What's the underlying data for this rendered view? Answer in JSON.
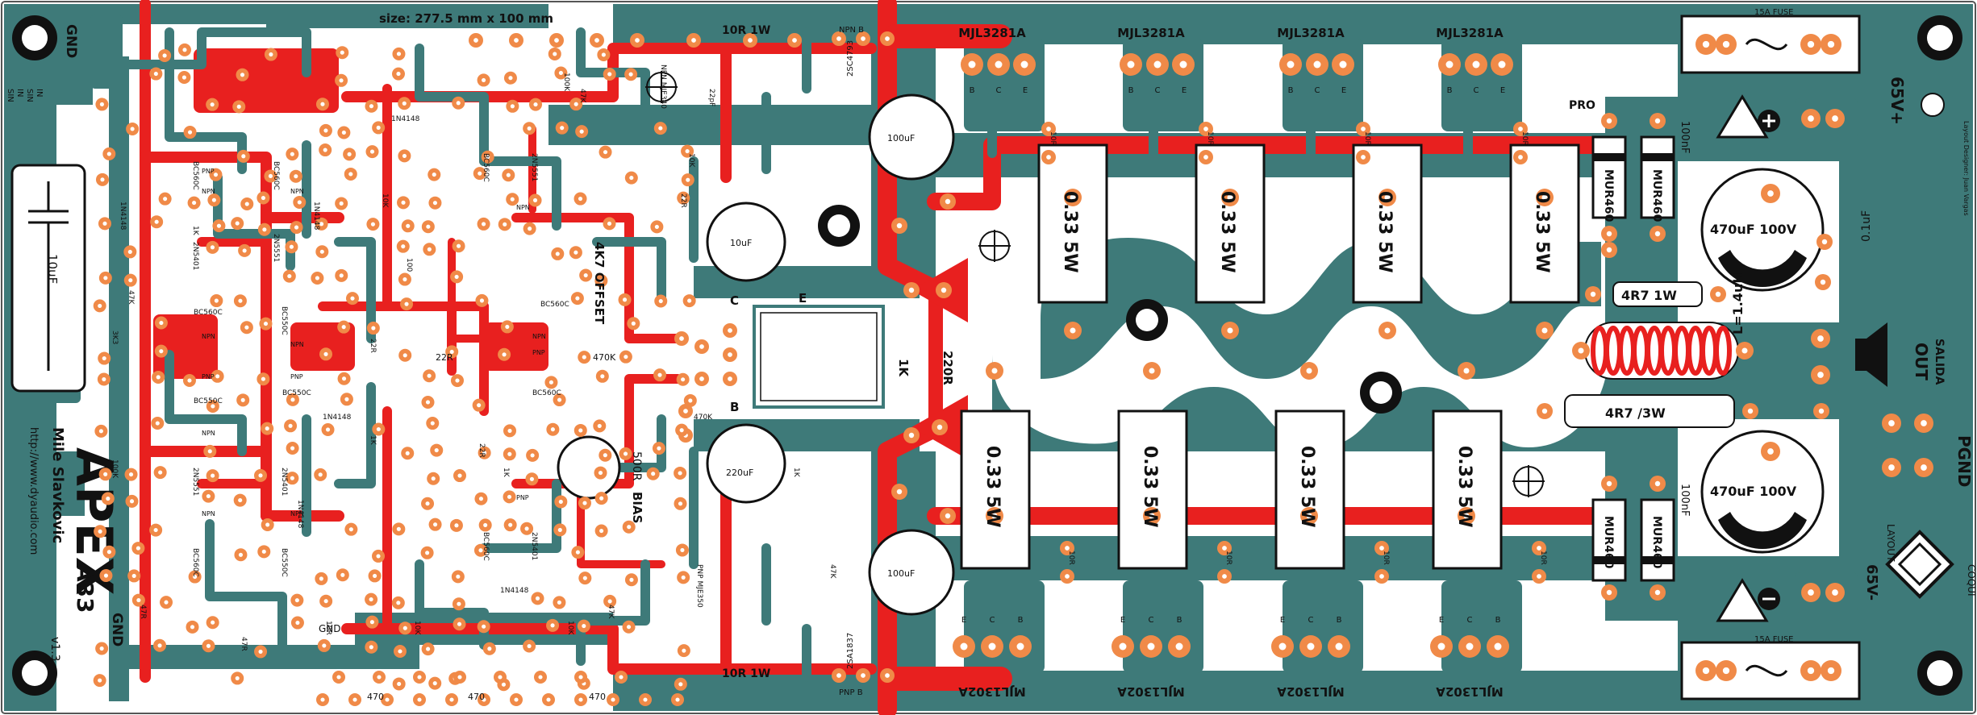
{
  "colors": {
    "board": "#ffffff",
    "copper": "#3e7a79",
    "trace_top": "#e8201f",
    "pad": "#f08a48",
    "silkscreen": "#111111",
    "frame": "#555555"
  },
  "labels": {
    "size": "size: 277.5 mm x 100 mm",
    "gnd_top": "GND",
    "gnd_bottom": "GND",
    "gnd_mid": "GND",
    "gnd_left_h": "GND",
    "in_a": "SIN",
    "in_b": "IN",
    "in_c": "SIN",
    "in_d": "IN",
    "brand": "APEX",
    "model": "A33",
    "version": "v1.3",
    "author": "Mile Slavkovic",
    "url": "http://www.dyaudio.com",
    "plus65": "65V+",
    "minus65": "65V-",
    "layout_tag": "LAYOUT",
    "coqui": "COQUI",
    "layout_designer": "Layout Designer: Juan Vargas",
    "out": "OUT",
    "salida": "SALIDA",
    "pgnd": "PGND",
    "pro": "PRO",
    "bias": "BIAS",
    "offset": "4K7 OFFSET",
    "inductor": "L=1.4uH",
    "fuse": "15A FUSE",
    "transistor_e": "E",
    "transistor_b": "B",
    "transistor_c": "C"
  },
  "transistors_top": [
    "MJL3281A",
    "MJL3281A",
    "MJL3281A",
    "MJL3281A"
  ],
  "transistors_bottom": [
    "MJL1302A",
    "MJL1302A",
    "MJL1302A",
    "MJL1302A"
  ],
  "pin_labels": [
    "B",
    "C",
    "E"
  ],
  "resistor_033": "0.33 5W",
  "components": {
    "r10r1w": "10R 1W",
    "r4r7_1w": "4R7 1W",
    "r4r7_3w": "4R7 /3W",
    "cap470": "470uF 100V",
    "cap100nf": "100nF",
    "cap100uf": "100uF",
    "cap10uf": "10uF",
    "cap220uf": "220uF",
    "cap01uf": "0.1uF",
    "mur": "MUR460",
    "r1k": "1K",
    "r220r": "220R",
    "r22r": "22R",
    "r47k": "47K",
    "r470k": "470K",
    "r100": "100",
    "r10k": "10K",
    "r470": "470",
    "r47r": "47R",
    "r500r": "500R",
    "r10r": "10R",
    "r100k": "100K",
    "r1k_s": "1K",
    "r3k3": "3K3",
    "c22pf": "22pF",
    "d1n4148": "1N4148",
    "bc560c": "BC560C",
    "bc550c": "BC550C",
    "q2n5401": "2N5401",
    "q2n5551": "2N5551",
    "npn": "NPN",
    "pnp": "PNP",
    "mje340": "NPN MJE340",
    "mje350": "PNP MJE350",
    "q2sc": "2SC4793",
    "q2sa": "2SA1837",
    "npn_b": "NPN B",
    "pnp_b": "PNP B"
  }
}
